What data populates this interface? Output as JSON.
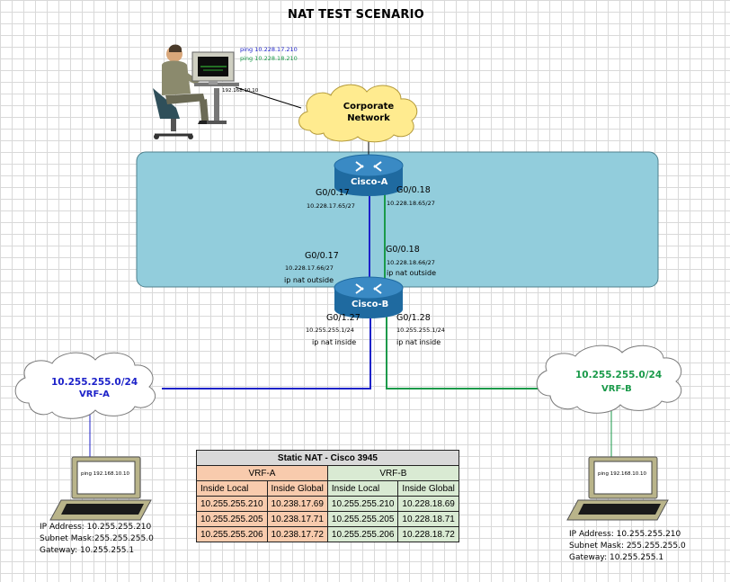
{
  "title": "NAT TEST SCENARIO",
  "pc_top": {
    "ping1": "ping 10.228.17.210",
    "ping2": "ping 10.228.18.210",
    "ip": "192.168.10.10"
  },
  "corporate_network": {
    "line1": "Corporate",
    "line2": "Network"
  },
  "router_a": {
    "name": "Cisco-A",
    "left_if": "G0/0.17",
    "left_ip": "10.228.17.65/27",
    "right_if": "G0/0.18",
    "right_ip": "10.228.18.65/27"
  },
  "router_b": {
    "name": "Cisco-B",
    "up_left_if": "G0/0.17",
    "up_left_ip": "10.228.17.66/27",
    "up_left_nat": "ip nat outside",
    "up_right_if": "G0/0.18",
    "up_right_ip": "10.228.18.66/27",
    "up_right_nat": "ip nat outside",
    "down_left_if": "G0/1.27",
    "down_left_ip": "10.255.255.1/24",
    "down_left_nat": "ip nat inside",
    "down_right_if": "G0/1.28",
    "down_right_ip": "10.255.255.1/24",
    "down_right_nat": "ip nat inside"
  },
  "vrf_a": {
    "subnet": "10.255.255.0/24",
    "name": "VRF-A"
  },
  "vrf_b": {
    "subnet": "10.255.255.0/24",
    "name": "VRF-B"
  },
  "laptop_a": {
    "screen": "ping 192.168.10.10",
    "ip": "IP Address: 10.255.255.210",
    "mask": "Subnet Mask:255.255.255.0",
    "gateway": "Gateway: 10.255.255.1"
  },
  "laptop_b": {
    "screen": "ping 192.168.10.10",
    "ip": "IP Address: 10.255.255.210",
    "mask": "Subnet Mask: 255.255.255.0",
    "gateway": "Gateway: 10.255.255.1"
  },
  "nat_table": {
    "title": "Static NAT - Cisco 3945",
    "vrf_a": "VRF-A",
    "vrf_b": "VRF-B",
    "headers": [
      "Inside Local",
      "Inside Global",
      "Inside Local",
      "Inside Global"
    ],
    "rows": [
      [
        "10.255.255.210",
        "10.238.17.69",
        "10.255.255.210",
        "10.228.18.69"
      ],
      [
        "10.255.255.205",
        "10.238.17.71",
        "10.255.255.205",
        "10.228.18.71"
      ],
      [
        "10.255.255.206",
        "10.238.17.72",
        "10.255.255.206",
        "10.228.18.72"
      ]
    ]
  },
  "colors": {
    "vrf_a": "#1d22c9",
    "vrf_b": "#1a9a4a",
    "container": "#92cddc",
    "cloud": "#ffeb8f",
    "router": "#1f6aa0"
  }
}
